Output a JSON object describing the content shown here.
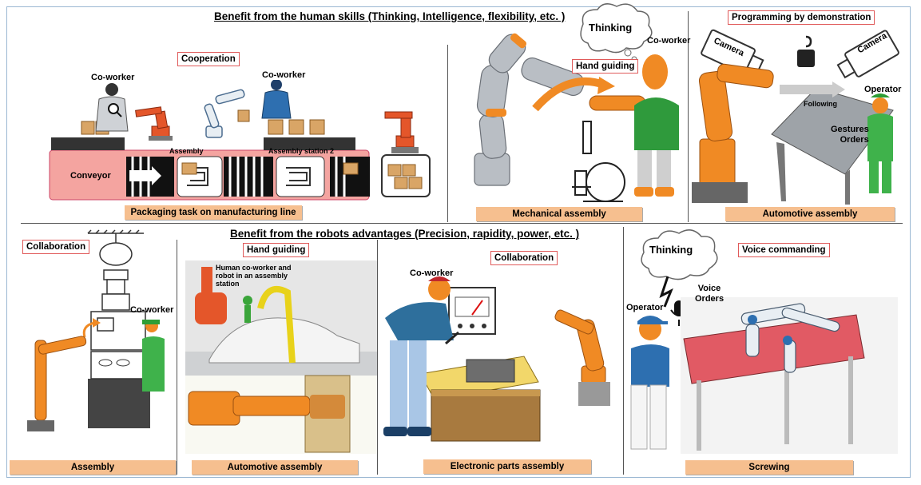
{
  "titles": {
    "top": "Benefit from the human skills (Thinking, Intelligence, flexibility, etc. )",
    "bottom": "Benefit from the robots advantages (Precision, rapidity, power, etc. )"
  },
  "tags": {
    "cooperation": "Cooperation",
    "hand_guiding_top": "Hand guiding",
    "programming_by_demo": "Programming by demonstration",
    "collaboration_1": "Collaboration",
    "hand_guiding_bottom": "Hand guiding",
    "collaboration_2": "Collaboration",
    "voice_commanding": "Voice commanding"
  },
  "captions": {
    "packaging": "Packaging task on manufacturing line",
    "mechanical": "Mechanical assembly",
    "automotive_top": "Automotive assembly",
    "assembly": "Assembly",
    "automotive_bottom": "Automotive assembly",
    "electronic": "Electronic parts assembly",
    "screwing": "Screwing"
  },
  "labels": {
    "coworker_1": "Co-worker",
    "coworker_2": "Co-worker",
    "conveyor": "Conveyor",
    "assembly_station_1": "Assembly",
    "assembly_station_2": "Assembly station 2",
    "thinking_top": "Thinking",
    "coworker_mech": "Co-worker",
    "camera_1": "Camera",
    "camera_2": "Camera",
    "following": "Following",
    "operator_top": "Operator",
    "gestures_orders": "Gestures\nOrders",
    "coworker_assembly": "Co-worker",
    "human_coworker_note": "Human co-worker and robot in an assembly station",
    "coworker_elec": "Co-worker",
    "thinking_bottom": "Thinking",
    "operator_bottom": "Operator",
    "voice_orders": "Voice\nOrders"
  },
  "colors": {
    "caption_bg": "#f6bf8f",
    "tag_border": "#e05a5a",
    "robot_orange": "#f08a24",
    "worker_green": "#3aa53a",
    "worker_blue": "#2d7fc1"
  }
}
